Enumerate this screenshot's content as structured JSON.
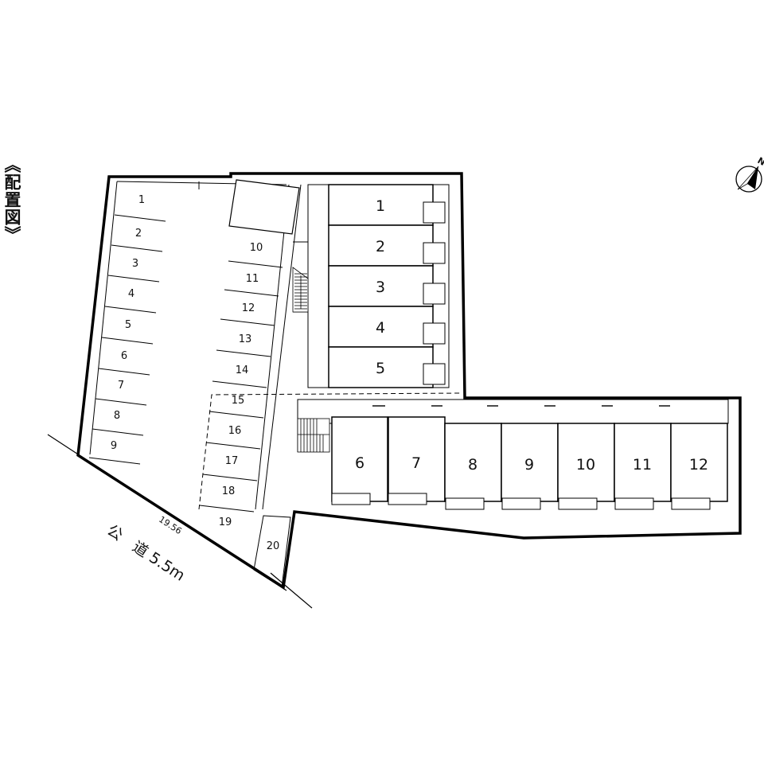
{
  "title": "《配置図》",
  "north_label": "N",
  "road": {
    "label": "公　道 5.5m",
    "frontage": "19.56"
  },
  "parking": {
    "left": [
      "1",
      "2",
      "3",
      "4",
      "5",
      "6",
      "7",
      "8",
      "9"
    ],
    "right": [
      "10",
      "11",
      "12",
      "13",
      "14",
      "15",
      "16",
      "17",
      "18",
      "19"
    ],
    "corner": "20"
  },
  "building_a_units": [
    "1",
    "2",
    "3",
    "4",
    "5"
  ],
  "building_b_units": [
    "6",
    "7",
    "8",
    "9",
    "10",
    "11",
    "12"
  ]
}
